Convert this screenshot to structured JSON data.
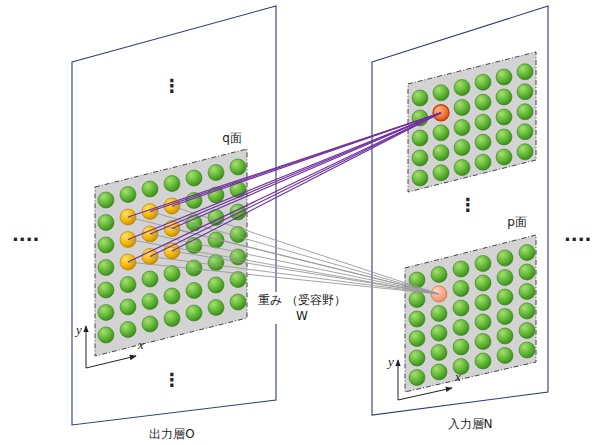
{
  "diagram": {
    "nodes": [
      {
        "text": [
          "出力層O"
        ]
      },
      {
        "text": [
          "q面"
        ],
        "in": 0
      },
      {
        "text": [
          "入力層N"
        ]
      },
      {
        "text": [
          "p面"
        ],
        "in": 2
      }
    ],
    "labels": [
      "⋮",
      "⋮",
      "····",
      "y",
      "x",
      "重み （受容野）W",
      "⋮",
      "y",
      "x",
      "····"
    ]
  }
}
